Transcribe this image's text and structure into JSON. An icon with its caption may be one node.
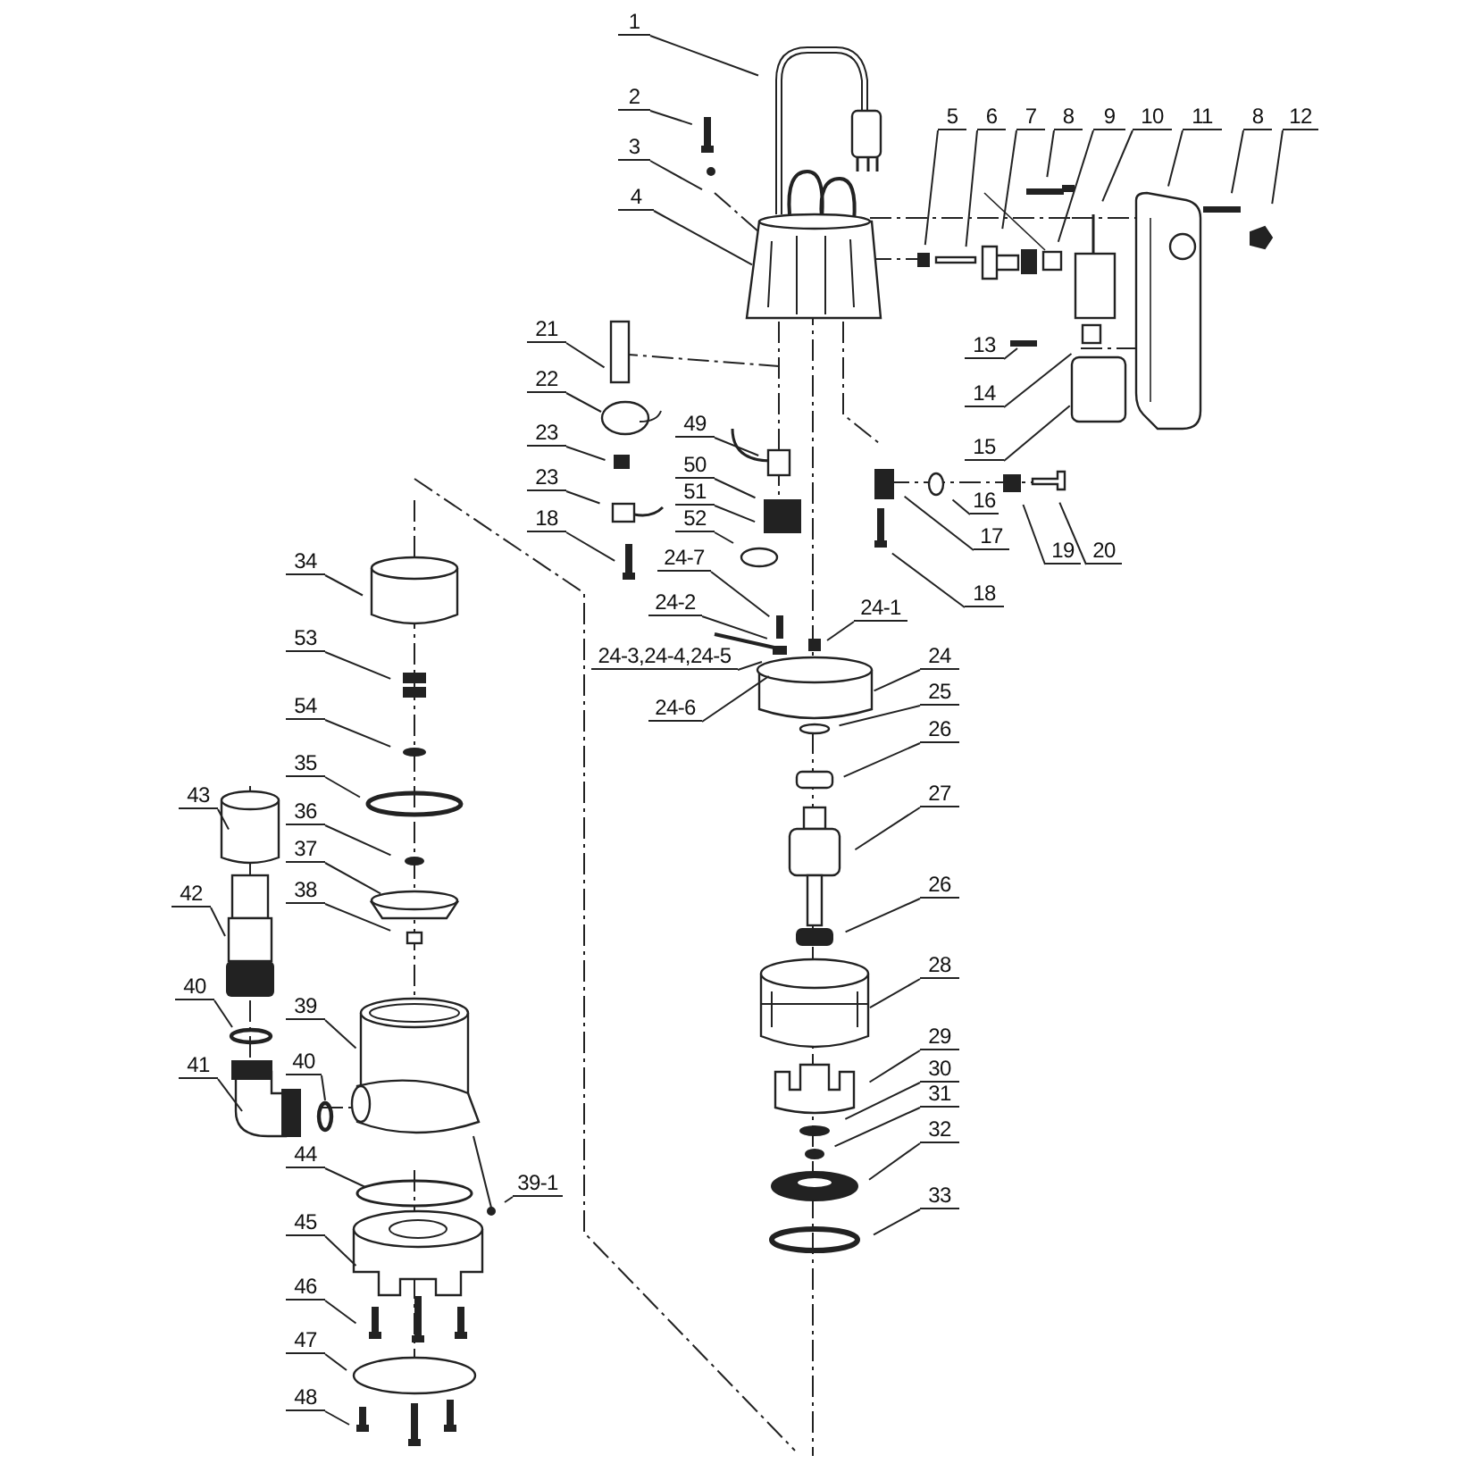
{
  "diagram": {
    "nodes": [
      {
        "text": [
          "1"
        ]
      },
      {
        "text": [
          "2"
        ]
      },
      {
        "text": [
          "3"
        ]
      },
      {
        "text": [
          "4"
        ]
      },
      {
        "text": [
          "5"
        ]
      },
      {
        "text": [
          "6"
        ]
      },
      {
        "text": [
          "7"
        ]
      },
      {
        "text": [
          "8"
        ]
      },
      {
        "text": [
          "9"
        ]
      },
      {
        "text": [
          "10"
        ]
      },
      {
        "text": [
          "11"
        ]
      },
      {
        "text": [
          "8"
        ]
      },
      {
        "text": [
          "12"
        ]
      },
      {
        "text": [
          "13"
        ]
      },
      {
        "text": [
          "14"
        ]
      },
      {
        "text": [
          "15"
        ]
      },
      {
        "text": [
          "21"
        ]
      },
      {
        "text": [
          "22"
        ]
      },
      {
        "text": [
          "23"
        ]
      },
      {
        "text": [
          "49"
        ]
      },
      {
        "text": [
          "23"
        ]
      },
      {
        "text": [
          "50"
        ]
      },
      {
        "text": [
          "51"
        ]
      },
      {
        "text": [
          "52"
        ]
      },
      {
        "text": [
          "16"
        ]
      },
      {
        "text": [
          "17"
        ]
      },
      {
        "text": [
          "19"
        ]
      },
      {
        "text": [
          "20"
        ]
      },
      {
        "text": [
          "18"
        ]
      },
      {
        "text": [
          "18"
        ]
      },
      {
        "text": [
          "24-7"
        ]
      },
      {
        "text": [
          "24-1"
        ]
      },
      {
        "text": [
          "24-2"
        ]
      },
      {
        "text": [
          "24-3,24-4,24-5"
        ]
      },
      {
        "text": [
          "24"
        ]
      },
      {
        "text": [
          "24-6"
        ]
      },
      {
        "text": [
          "25"
        ]
      },
      {
        "text": [
          "26"
        ]
      },
      {
        "text": [
          "27"
        ]
      },
      {
        "text": [
          "26"
        ]
      },
      {
        "text": [
          "28"
        ]
      },
      {
        "text": [
          "29"
        ]
      },
      {
        "text": [
          "30"
        ]
      },
      {
        "text": [
          "31"
        ]
      },
      {
        "text": [
          "32"
        ]
      },
      {
        "text": [
          "39-1"
        ]
      },
      {
        "text": [
          "33"
        ]
      },
      {
        "text": [
          "34"
        ]
      },
      {
        "text": [
          "53"
        ]
      },
      {
        "text": [
          "54"
        ]
      },
      {
        "text": [
          "35"
        ]
      },
      {
        "text": [
          "43"
        ]
      },
      {
        "text": [
          "36"
        ]
      },
      {
        "text": [
          "37"
        ]
      },
      {
        "text": [
          "38"
        ]
      },
      {
        "text": [
          "42"
        ]
      },
      {
        "text": [
          "40"
        ]
      },
      {
        "text": [
          "39"
        ]
      },
      {
        "text": [
          "41"
        ]
      },
      {
        "text": [
          "40"
        ]
      },
      {
        "text": [
          "44"
        ]
      },
      {
        "text": [
          "45"
        ]
      },
      {
        "text": [
          "46"
        ]
      },
      {
        "text": [
          "47"
        ]
      },
      {
        "text": [
          "48"
        ]
      },
      {
        "text": [],
        "shape": "picture"
      },
      {
        "text": [],
        "shape": "circle"
      },
      {
        "text": [],
        "shape": "circle"
      }
    ],
    "edges": [
      {
        "from": 0,
        "to": null,
        "arrow": "none"
      },
      {
        "from": 1,
        "to": null,
        "arrow": "none"
      },
      {
        "from": 2,
        "to": null,
        "arrow": "none"
      },
      {
        "from": 3,
        "to": null,
        "arrow": "none"
      },
      {
        "from": 4,
        "to": null,
        "arrow": "none"
      },
      {
        "from": 5,
        "to": null,
        "arrow": "none"
      },
      {
        "from": 6,
        "to": null,
        "arrow": "none"
      },
      {
        "from": 7,
        "to": null,
        "arrow": "none"
      },
      {
        "from": 8,
        "to": null,
        "arrow": "none"
      },
      {
        "from": 9,
        "to": null,
        "arrow": "none"
      },
      {
        "from": 10,
        "to": null,
        "arrow": "none"
      },
      {
        "from": 11,
        "to": null,
        "arrow": "none"
      },
      {
        "from": 12,
        "to": null,
        "arrow": "none"
      },
      {
        "from": 13,
        "to": null,
        "arrow": "none"
      },
      {
        "from": 14,
        "to": null,
        "arrow": "none"
      },
      {
        "from": 15,
        "to": null,
        "arrow": "none"
      },
      {
        "from": 16,
        "to": null,
        "arrow": "none"
      },
      {
        "from": 17,
        "to": null,
        "arrow": "none"
      },
      {
        "from": 18,
        "to": null,
        "arrow": "none"
      },
      {
        "from": 19,
        "to": null,
        "arrow": "none"
      },
      {
        "from": 20,
        "to": null,
        "arrow": "none"
      },
      {
        "from": 21,
        "to": null,
        "arrow": "none"
      },
      {
        "from": 22,
        "to": null,
        "arrow": "none"
      },
      {
        "from": 23,
        "to": null,
        "arrow": "none"
      },
      {
        "from": 24,
        "to": null,
        "arrow": "none"
      },
      {
        "from": 25,
        "to": null,
        "arrow": "none"
      },
      {
        "from": 26,
        "to": null,
        "arrow": "none"
      },
      {
        "from": 27,
        "to": null,
        "arrow": "none"
      },
      {
        "from": 28,
        "to": null,
        "arrow": "none"
      },
      {
        "from": 29,
        "to": null,
        "arrow": "none"
      },
      {
        "from": 30,
        "to": null,
        "arrow": "none"
      },
      {
        "from": 31,
        "to": null,
        "arrow": "none"
      },
      {
        "from": 32,
        "to": null,
        "arrow": "none"
      },
      {
        "from": 33,
        "to": null,
        "arrow": "none"
      },
      {
        "from": 34,
        "to": null,
        "arrow": "none"
      },
      {
        "from": 35,
        "to": null,
        "arrow": "none"
      },
      {
        "from": 36,
        "to": null,
        "arrow": "none"
      },
      {
        "from": 37,
        "to": null,
        "arrow": "none"
      },
      {
        "from": 38,
        "to": null,
        "arrow": "none"
      },
      {
        "from": 39,
        "to": null,
        "arrow": "none"
      },
      {
        "from": 40,
        "to": null,
        "arrow": "none"
      },
      {
        "from": 41,
        "to": null,
        "arrow": "none"
      },
      {
        "from": 42,
        "to": null,
        "arrow": "none"
      },
      {
        "from": 43,
        "to": null,
        "arrow": "none"
      },
      {
        "from": 44,
        "to": null,
        "arrow": "none"
      },
      {
        "from": 45,
        "to": null,
        "arrow": "none"
      },
      {
        "from": 46,
        "to": null,
        "arrow": "none"
      },
      {
        "from": 47,
        "to": null,
        "arrow": "none"
      },
      {
        "from": 48,
        "to": null,
        "arrow": "none"
      },
      {
        "from": 49,
        "to": null,
        "arrow": "none"
      },
      {
        "from": 50,
        "to": null,
        "arrow": "none"
      },
      {
        "from": 51,
        "to": null,
        "arrow": "none"
      },
      {
        "from": 52,
        "to": null,
        "arrow": "none"
      },
      {
        "from": 53,
        "to": null,
        "arrow": "none"
      },
      {
        "from": 54,
        "to": null,
        "arrow": "none"
      },
      {
        "from": 55,
        "to": 65,
        "arrow": "none"
      },
      {
        "from": 56,
        "to": 66,
        "arrow": "none"
      },
      {
        "from": 57,
        "to": null,
        "arrow": "none"
      },
      {
        "from": 58,
        "to": null,
        "arrow": "none"
      },
      {
        "from": 59,
        "to": 67,
        "arrow": "none"
      },
      {
        "from": 60,
        "to": null,
        "arrow": "none"
      },
      {
        "from": 61,
        "to": null,
        "arrow": "none"
      },
      {
        "from": 62,
        "to": null,
        "arrow": "none"
      },
      {
        "from": 63,
        "to": null,
        "arrow": "none"
      },
      {
        "from": 64,
        "to": null,
        "arrow": "none"
      }
    ]
  }
}
